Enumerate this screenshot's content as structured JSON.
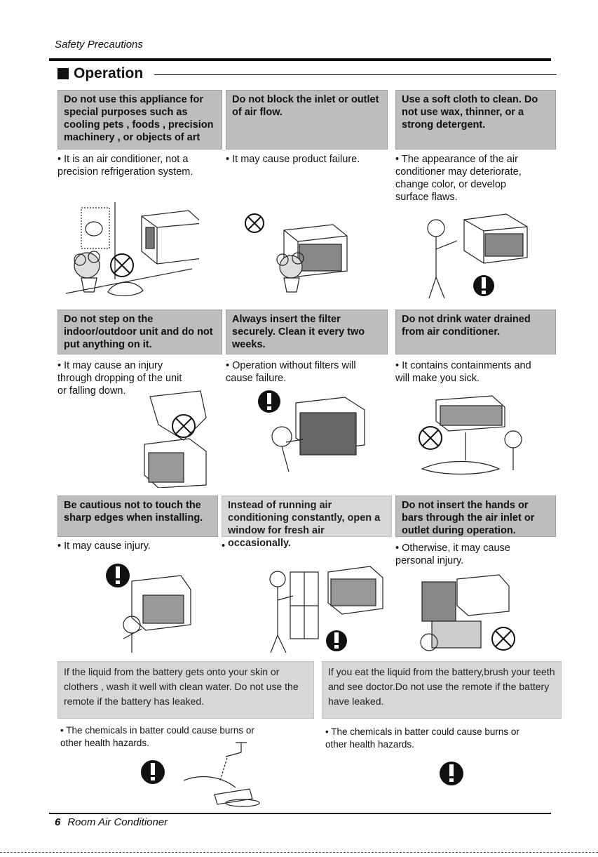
{
  "header": {
    "section_label": "Safety Precautions",
    "title": "Operation"
  },
  "cards": [
    {
      "heading": "Do not use this appliance for special purposes such as cooling pets , foods , precision machinery , or objects of art",
      "note": "• It is an air conditioner, not a\n  precision refrigeration system."
    },
    {
      "heading": "Do not block the inlet or outlet of  air flow.",
      "note": "• It may cause product failure."
    },
    {
      "heading": "Use a soft cloth to clean. Do not use wax, thinner, or a strong detergent.",
      "note": "• The appearance of the air\n  conditioner may deteriorate,\n  change color, or develop\n  surface flaws."
    },
    {
      "heading": "Do not step on the indoor/outdoor unit and do not put anything on it.",
      "note": "• It may cause an injury\n  through dropping of the unit\n  or falling down."
    },
    {
      "heading": "Always insert the filter securely. Clean it every two weeks.",
      "note": "• Operation without filters will\n  cause failure."
    },
    {
      "heading": "Do not drink water drained from air conditioner.",
      "note": "• It contains containments and\n  will make you sick."
    },
    {
      "heading": "Be cautious not to touch the sharp edges when installing.",
      "note": "• It may cause injury."
    },
    {
      "heading": "Instead of running air conditioning constantly, open a window for fresh air occasionally.",
      "note": "•"
    },
    {
      "heading": "Do not insert the hands or bars through the air inlet or outlet during operation.",
      "note": "• Otherwise, it may cause\n  personal injury."
    },
    {
      "heading": "If the liquid from the battery gets onto your skin or clothers , wash it well with clean water. Do not use the remote if the battery has leaked.",
      "note": "• The chemicals in batter    could cause burns or\n  other health hazards."
    },
    {
      "heading": "If you eat the liquid from the battery,brush your teeth and see doctor.Do not use the remote if the battery have leaked.",
      "note": "• The chemicals in batter    could cause burns or\n  other health hazards."
    }
  ],
  "footer": {
    "page_number": "6",
    "doc_title": "Room Air Conditioner"
  }
}
